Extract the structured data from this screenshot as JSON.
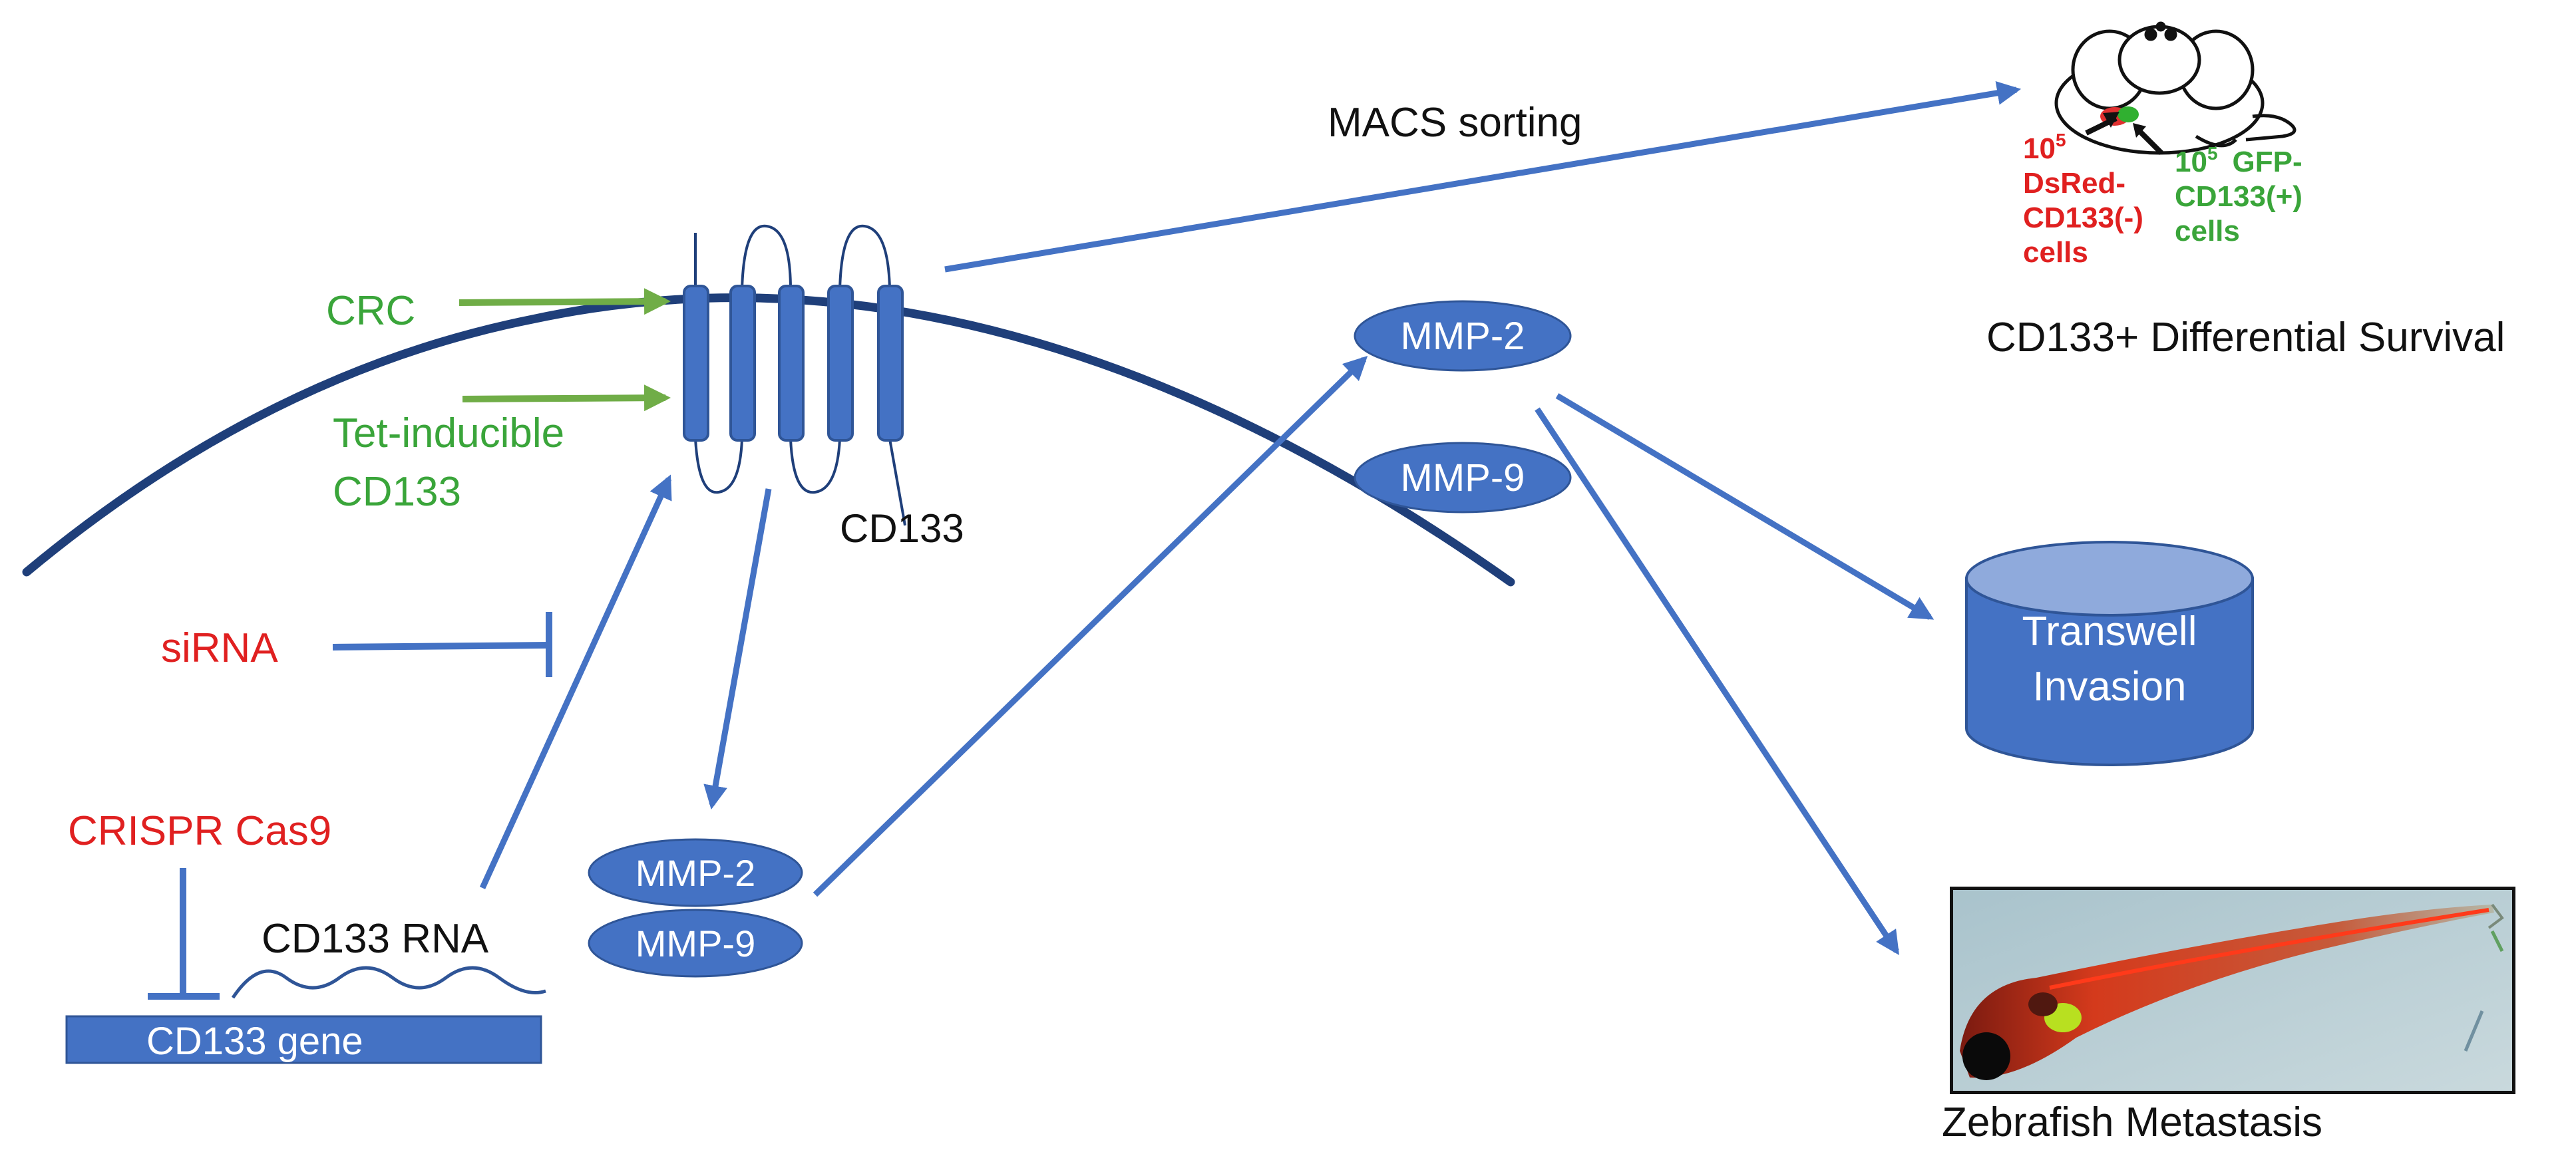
{
  "colors": {
    "blue": "#4472c4",
    "blue_dark": "#2f5597",
    "membrane": "#1f3f7a",
    "green": "#70ad47",
    "green_text": "#3aa53a",
    "red_text": "#e02020",
    "black": "#111111",
    "white": "#ffffff",
    "cylinder_top": "#8faadc"
  },
  "labels": {
    "crc": "CRC",
    "tet_line1": "Tet-inducible",
    "tet_line2": "CD133",
    "sirna": "siRNA",
    "crispr": "CRISPR Cas9",
    "cd133_rna": "CD133 RNA",
    "cd133_gene": "CD133 gene",
    "cd133_receptor": "CD133",
    "macs_sorting": "MACS sorting",
    "mmp2_upper": "MMP-2",
    "mmp9_upper": "MMP-9",
    "mmp2_lower": "MMP-2",
    "mmp9_lower": "MMP-9",
    "transwell_line1": "Transwell",
    "transwell_line2": "Invasion",
    "differential_survival": "CD133+ Differential Survival",
    "zebrafish_metastasis": "Zebrafish Metastasis"
  },
  "mouse_labels": {
    "red_exp": "10",
    "red_exp_sup": "5",
    "red_line2": "DsRed-",
    "red_line3": "CD133(-)",
    "red_line4": "cells",
    "green_exp": "10",
    "green_exp_sup": "5",
    "green_line1_rest": "GFP-",
    "green_line2": "CD133(+)",
    "green_line3": "cells"
  }
}
